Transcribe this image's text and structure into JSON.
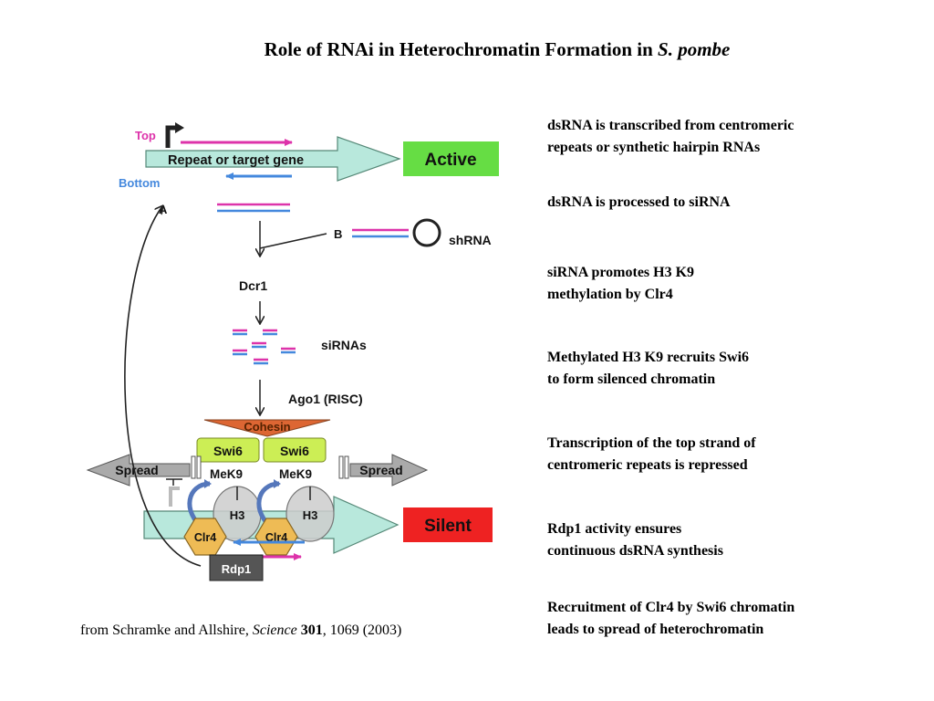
{
  "title": {
    "prefix": "Role of RNAi in Heterochromatin Formation in ",
    "species": "S. pombe"
  },
  "diagram": {
    "top_label": "Top",
    "bottom_label": "Bottom",
    "gene_label": "Repeat or target gene",
    "active_label": "Active",
    "label_a": "A",
    "label_b": "B",
    "shrna_label": "shRNA",
    "dcr1_label": "Dcr1",
    "sirnas_label": "siRNAs",
    "ago1_label": "Ago1 (RISC)",
    "cohesin_label": "Cohesin",
    "swi6_label": "Swi6",
    "mek9_label": "MeK9",
    "h3_label": "H3",
    "clr4_label": "Clr4",
    "spread_label": "Spread",
    "silent_label": "Silent",
    "rdp1_label": "Rdp1",
    "colors": {
      "active": "#66dd44",
      "silent": "#ee2222",
      "gene_arrow": "#b8e8dc",
      "top_strand": "#dd33aa",
      "bottom_strand": "#4488dd",
      "swi6": "#ccee55",
      "cohesin": "#dd6633",
      "clr4": "#eebb55",
      "h3": "#cccccc"
    }
  },
  "notes": [
    "dsRNA is transcribed from centromeric\nrepeats or synthetic hairpin RNAs",
    "dsRNA is processed to siRNA",
    "siRNA promotes H3 K9\nmethylation by Clr4",
    "Methylated H3 K9 recruits Swi6\nto form silenced chromatin",
    "Transcription of the top strand of\ncentromeric repeats is repressed",
    "Rdp1 activity ensures\ncontinuous dsRNA synthesis",
    "Recruitment of Clr4 by Swi6 chromatin\nleads to spread of heterochromatin"
  ],
  "citation": {
    "prefix": "from Schramke and Allshire, ",
    "journal": "Science",
    "volume": "301",
    "suffix": ", 1069 (2003)"
  }
}
